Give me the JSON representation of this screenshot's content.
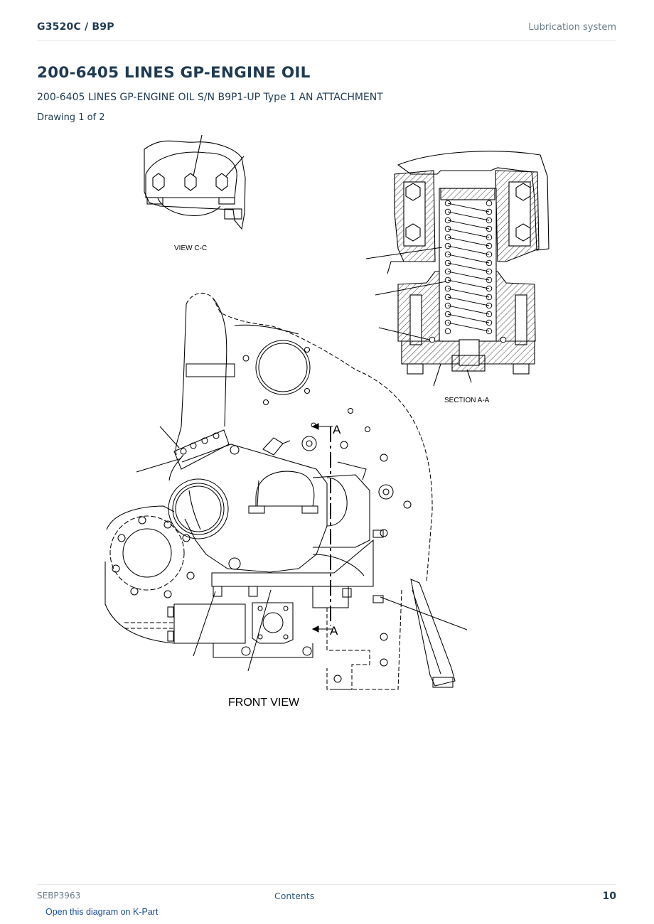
{
  "header": {
    "model": "G3520C  /  B9P",
    "section": "Lubrication system"
  },
  "title": "200-6405 LINES GP-ENGINE OIL",
  "subtitle": "200-6405 LINES GP-ENGINE OIL S/N B9P1-UP Type 1 AN ATTACHMENT",
  "drawing_label": "Drawing 1 of 2",
  "diagram": {
    "view_cc_label": "VIEW C-C",
    "section_aa_label": "SECTION A-A",
    "front_view_label": "FRONT VIEW",
    "section_marker": "A"
  },
  "footer": {
    "doc_number": "SEBP3963",
    "contents_link": "Contents",
    "page_number": "10"
  },
  "kpart_link": "Open this diagram on K-Part"
}
